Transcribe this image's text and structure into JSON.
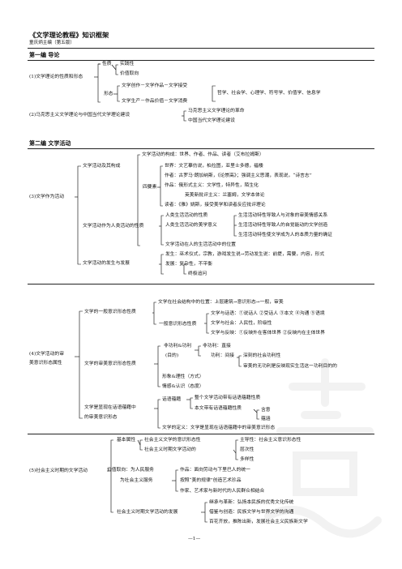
{
  "doc": {
    "title": "《文学理论教程》知识框架",
    "author": "童庆炳主编（第五版）",
    "page_number": "—1—"
  },
  "part1": {
    "heading": "第一编  导论",
    "i1": {
      "root": "(1)文学理论的性质和形态",
      "xingzhi": "性质",
      "shijianxing": "实践性",
      "jiazhi": "价值取向",
      "xingtai": "形态",
      "chuangzuo": "文学创作－文学作品－文学接受",
      "shengchan": "文学生产－作品价值－文学消费",
      "zhexue": "哲学、社会学、心理学、符号学、价值学、信息学"
    },
    "i2": {
      "root": "(2)马克思主义文学理论与中国当代文学理论建设",
      "a": "马克思主义文学理论的革命",
      "b": "中国当代文学理论建设"
    }
  },
  "part2": {
    "heading": "第二编  文学活动",
    "i3": {
      "root": "(3)文学作为活动",
      "b1": "文学活动及其构成",
      "b1a": "文学活动的构成：世界、作者、作品、读者（艾布拉姆斯）",
      "sy": "四要素",
      "s1": "世界：文艺摹仿说，柏拉图，亚里士多德，福楼",
      "s2": "作者：古罗马·朗加纳斯，《论崇高》；强调主义思潮，表现说，“诗言志”",
      "s3": "作品：俄形式主义：文学性，特异性，陌生化",
      "s4": "英美新批评主义：兰塞姆，文学本体论",
      "s5": "读者：《雅》姚斯，接受美学和读者反应批评理论",
      "b2": "文学活动作为人类活动的性质",
      "b2a": "人类生活活动的性质",
      "b2a1": "生活活动特性导致人与对象的审美情感关系",
      "b2b": "人类生活活动的美学意义",
      "b2b1": "生活活动特性导致人的自觉能动的文学创造",
      "b2b2": "生活活动特性使文学成为人的本质力量的确证",
      "b2c": "文学活动在人的生活活动中的位置",
      "b3": "文学活动的发生与发展",
      "fs": "发生",
      "fs1": "发生：巫术仪式，宗教，游戏发生说→劳动发生说：前提，需要，内容，形式",
      "fz": "发展",
      "fz1": "发展：复杂性，不平衡",
      "fz2": "终极追问"
    },
    "i4": {
      "root1": "(4)文学活动的审",
      "root2": "美意识形态属性",
      "b1": "文学的一般意识形态性质",
      "b1a": "文学在社会结构中的位置：上层建筑→意识形态→一般，审美",
      "b1b": "一般意识形态性质",
      "b1b1": "文学与话语：①说话人 ②受话人 ③本文 ④沟通 ⑤语境",
      "b1b2": "文学与社会：人民性，阶级性",
      "b1b3": "文学与反映：①反映外在客体世界 ②反映内在主体世界",
      "b2": "文学的审美意识形态性质",
      "b2a": "非功利&功利",
      "b2a0": "(目的)",
      "b2a1": "非功利：直接",
      "b2a2": "功利：间接",
      "b2a21": "深刻的社会功利性",
      "b2a22": "审美的无功利是反映现实生活这一功利目的的",
      "b2b": "形象&理性（方式）",
      "b2c": "情感&认识（态度）",
      "b3a": "文学是显现在话语蕴藉中",
      "b3b": "的审美意识形态",
      "b3c": "话语蕴藉",
      "b3c1": "整个文学活动带有话语蕴藉性质",
      "b3c2": "本文带有话语蕴藉性质",
      "b3c21": "含意",
      "b3c22": "蕴涵",
      "b3d": "文学的定义：文学是显现在话语蕴藉中的审美意识形态"
    },
    "i5": {
      "root": "(5)社会主义时期的文学活动",
      "jb": "基本属性",
      "jb1": "社会主义文学的意识形态性",
      "jb1a": "主导性：社会主义意识形态性",
      "jb2": "社会主义时期文学活动的",
      "jb2a": "层次性",
      "jb2b": "多样性",
      "jz": "价值取向：为人民服务",
      "jz1": "作品：面向劳动与下里巴人的统一",
      "jzb": "为社会主义服务",
      "jz2": "按照“美的规律”创造艺术珍品",
      "jz3": "作家、艺术家与新时代的人民群众相结合",
      "fz": "社会主义时期文学活动的发展",
      "fz1": "继承与革新：弘扬本民族的优秀文化传统",
      "fz2": "借鉴与创造：民族文学与世界文学的沟通",
      "fz3": "百花齐放，推陈出新，发展社会主义民族新文学"
    }
  }
}
